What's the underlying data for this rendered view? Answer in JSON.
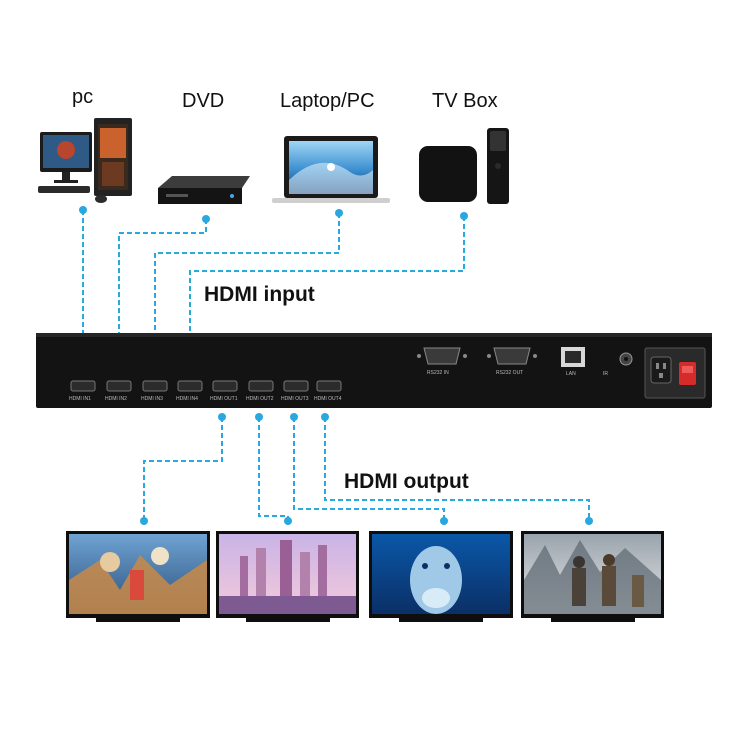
{
  "sources": [
    {
      "label": "pc",
      "icon": "desktop-pc-icon"
    },
    {
      "label": "DVD",
      "icon": "dvd-player-icon"
    },
    {
      "label": "Laptop/PC",
      "icon": "laptop-icon"
    },
    {
      "label": "TV Box",
      "icon": "tv-box-icon"
    }
  ],
  "labels": {
    "input": "HDMI input",
    "output": "HDMI output"
  },
  "device": {
    "input_ports": [
      "HDMI IN1",
      "HDMI IN2",
      "HDMI IN3",
      "HDMI IN4"
    ],
    "output_ports": [
      "HDMI OUT1",
      "HDMI OUT2",
      "HDMI OUT3",
      "HDMI OUT4"
    ],
    "rear_connectors": [
      "RS232 IN",
      "RS232 OUT",
      "LAN",
      "IR",
      "POWER"
    ]
  },
  "displays": [
    {
      "name": "display-1",
      "content": "game-heroes-scene"
    },
    {
      "name": "display-2",
      "content": "pink-city-scene"
    },
    {
      "name": "display-3",
      "content": "dolphin-scene"
    },
    {
      "name": "display-4",
      "content": "soldiers-snow-scene"
    }
  ],
  "colors": {
    "link": "#29a8e0",
    "device": "#131313",
    "label": "#111111"
  }
}
